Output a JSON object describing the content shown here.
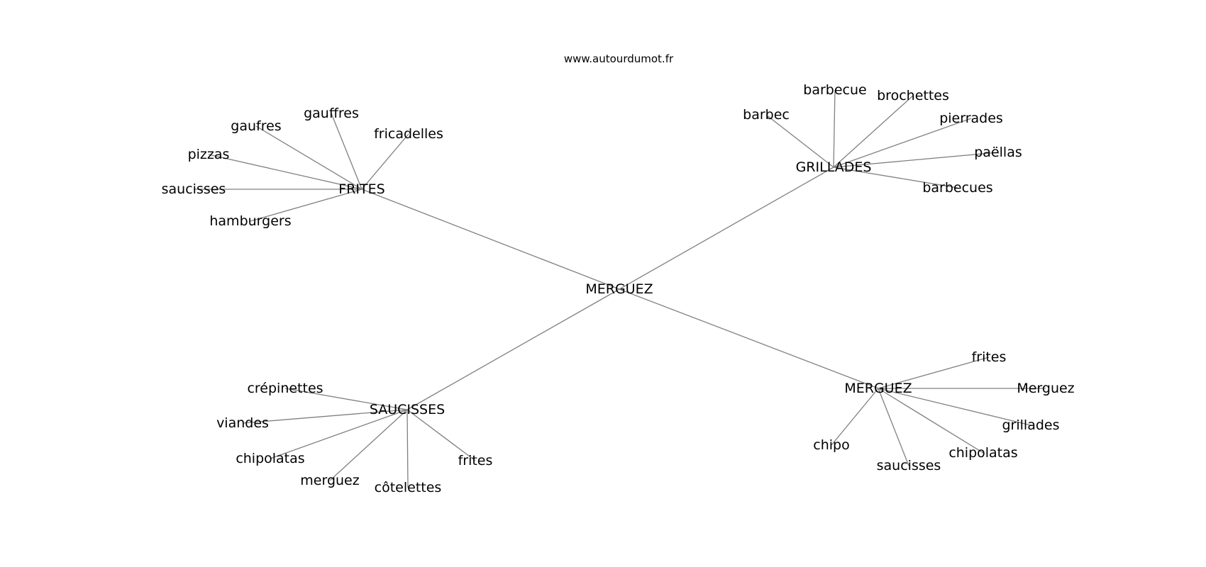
{
  "source": "www.autourdumot.fr",
  "center": "MERGUEZ",
  "clusters": [
    {
      "label": "FRITES",
      "leaves": [
        "fricadelles",
        "gauffres",
        "gaufres",
        "pizzas",
        "saucisses",
        "hamburgers"
      ]
    },
    {
      "label": "GRILLADES",
      "leaves": [
        "barbec",
        "barbecue",
        "brochettes",
        "pierrades",
        "paëllas",
        "barbecues"
      ]
    },
    {
      "label": "SAUCISSES",
      "leaves": [
        "crépinettes",
        "viandes",
        "chipolatas",
        "merguez",
        "côtelettes",
        "frites"
      ]
    },
    {
      "label": "MERGUEZ",
      "leaves": [
        "frites",
        "Merguez",
        "grillades",
        "chipolatas",
        "saucisses",
        "chipo"
      ]
    }
  ]
}
